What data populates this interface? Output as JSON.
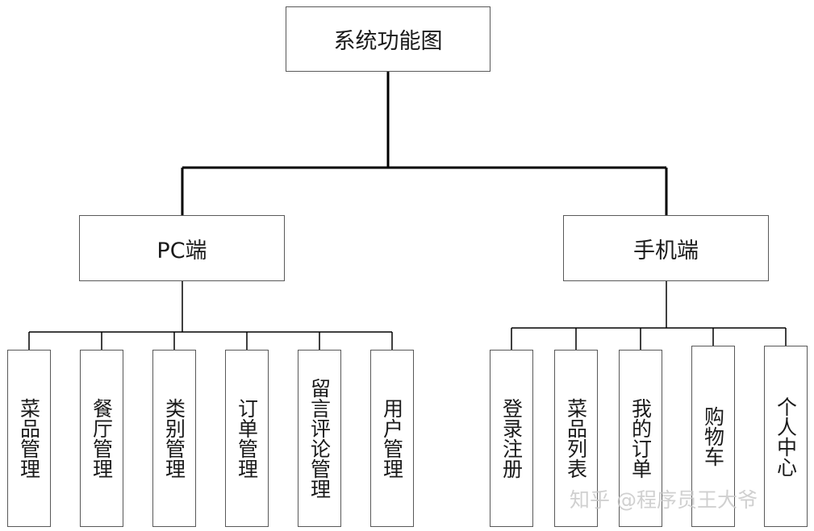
{
  "title": "系统功能图",
  "pc": {
    "label": "PC端",
    "items": [
      "菜品管理",
      "餐厅管理",
      "类别管理",
      "订单管理",
      "留言评论管理",
      "用户管理"
    ]
  },
  "mobile": {
    "label": "手机端",
    "items": [
      "登录注册",
      "菜品列表",
      "我的订单",
      "购物车",
      "个人中心"
    ]
  },
  "watermark": "知乎 @程序员王大爷",
  "colors": {
    "box_border": "#595959",
    "connector": "#000000",
    "text": "#1a1a1a",
    "watermark": "#c8c8c8"
  }
}
